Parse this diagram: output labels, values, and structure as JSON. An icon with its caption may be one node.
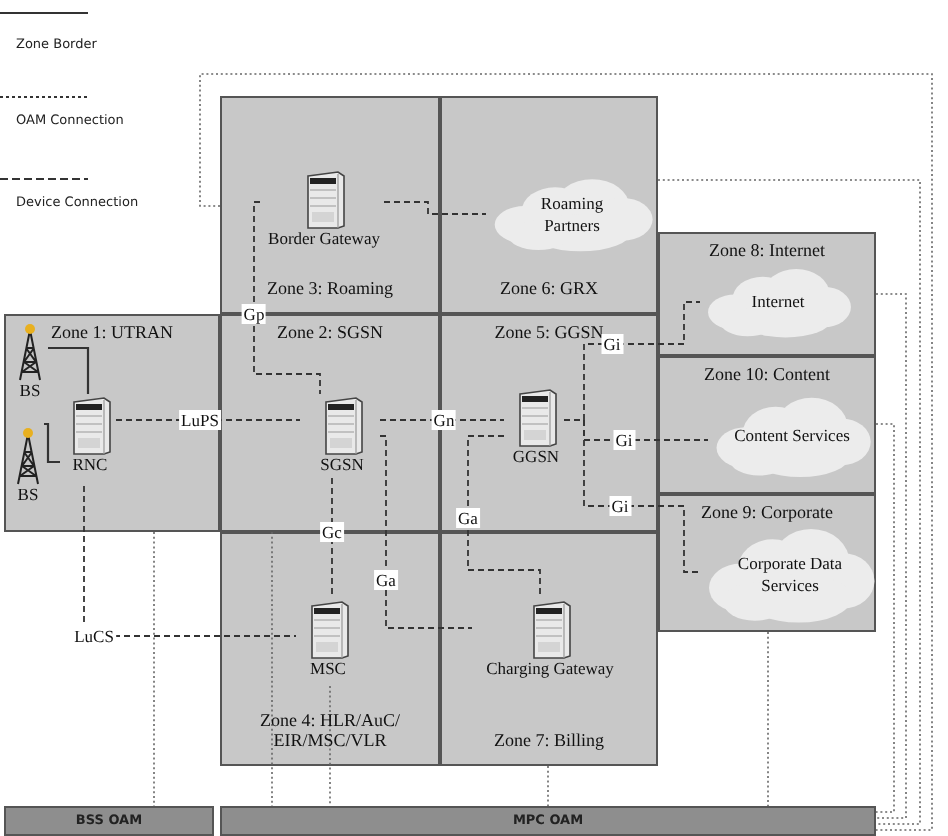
{
  "diagram": {
    "nodes": [
      {
        "text": [
          "Zone 3: Roaming"
        ]
      },
      {
        "text": [
          "Border Gateway"
        ],
        "in": 0
      },
      {
        "text": [
          "Zone 6: GRX"
        ]
      },
      {
        "text": [
          "Roaming Partners"
        ],
        "in": 2
      },
      {
        "text": [
          "Zone 8: Internet"
        ]
      },
      {
        "text": [
          "Internet"
        ],
        "in": 4
      },
      {
        "text": [
          "Zone 1: UTRAN"
        ]
      },
      {
        "text": [
          "BS"
        ],
        "in": 6
      },
      {
        "text": [
          "BS"
        ],
        "in": 6
      },
      {
        "text": [
          "RNC"
        ],
        "in": 6
      },
      {
        "text": [
          "Zone 2: SGSN"
        ]
      },
      {
        "text": [
          "SGSN"
        ],
        "in": 10
      },
      {
        "text": [
          "Zone 5: GGSN"
        ]
      },
      {
        "text": [
          "GGSN"
        ],
        "in": 12
      },
      {
        "text": [
          "Zone 10: Content"
        ]
      },
      {
        "text": [
          "Content Services"
        ],
        "in": 14
      },
      {
        "text": [
          "Zone 9: Corporate"
        ]
      },
      {
        "text": [
          "Corporate Data Services"
        ],
        "in": 16
      },
      {
        "text": [
          "Zone 4: HLR/AuC/ EIR/MSC/VLR"
        ]
      },
      {
        "text": [
          "MSC"
        ],
        "in": 18
      },
      {
        "text": [
          "Zone 7: Billing"
        ]
      },
      {
        "text": [
          "Charging Gateway"
        ],
        "in": 20
      },
      {
        "text": [
          "BSS OAM"
        ]
      },
      {
        "text": [
          "MPC OAM"
        ]
      }
    ],
    "edges": [
      {
        "from": 7,
        "to": 9,
        "arrow": "none"
      },
      {
        "from": 8,
        "to": 9,
        "arrow": "none"
      },
      {
        "from": 9,
        "to": 11,
        "arrow": "none",
        "label": "LuPS",
        "style": "dashed"
      },
      {
        "from": 1,
        "to": 11,
        "arrow": "none",
        "label": "Gp",
        "style": "dashed"
      },
      {
        "from": 1,
        "to": 3,
        "arrow": "none",
        "style": "dashed"
      },
      {
        "from": 11,
        "to": 13,
        "arrow": "none",
        "label": "Gn",
        "style": "dashed"
      },
      {
        "from": 11,
        "to": 19,
        "arrow": "none",
        "label": "Gc",
        "style": "dashed"
      },
      {
        "from": 11,
        "to": 21,
        "arrow": "none",
        "label": "Ga",
        "style": "dashed"
      },
      {
        "from": 13,
        "to": 21,
        "arrow": "none",
        "label": "Ga",
        "style": "dashed"
      },
      {
        "from": 13,
        "to": 5,
        "arrow": "none",
        "label": "Gi",
        "style": "dashed"
      },
      {
        "from": 13,
        "to": 15,
        "arrow": "none",
        "label": "Gi",
        "style": "dashed"
      },
      {
        "from": 13,
        "to": 17,
        "arrow": "none",
        "label": "Gi",
        "style": "dashed"
      },
      {
        "from": 9,
        "to": 19,
        "arrow": "none",
        "label": "LuCS",
        "style": "dashed"
      },
      {
        "from": 0,
        "to": 23,
        "arrow": "none",
        "style": "dashed",
        "color": "#666666"
      },
      {
        "from": 2,
        "to": 23,
        "arrow": "none",
        "style": "dashed",
        "color": "#666666"
      },
      {
        "from": 4,
        "to": 23,
        "arrow": "none",
        "style": "dashed",
        "color": "#666666"
      },
      {
        "from": 14,
        "to": 23,
        "arrow": "none",
        "style": "dashed",
        "color": "#666666"
      },
      {
        "from": 16,
        "to": 23,
        "arrow": "none",
        "style": "dashed",
        "color": "#666666"
      },
      {
        "from": 20,
        "to": 23,
        "arrow": "none",
        "style": "dashed",
        "color": "#666666"
      },
      {
        "from": 19,
        "to": 23,
        "arrow": "none",
        "style": "dashed",
        "color": "#666666"
      },
      {
        "from": 10,
        "to": 23,
        "arrow": "none",
        "style": "dashed",
        "color": "#666666"
      },
      {
        "from": 6,
        "to": 22,
        "arrow": "none",
        "style": "dashed",
        "color": "#666666"
      }
    ],
    "legend": [
      {
        "text": "Zone Border"
      },
      {
        "text": "OAM Connection"
      },
      {
        "text": "Device Connection"
      }
    ]
  }
}
